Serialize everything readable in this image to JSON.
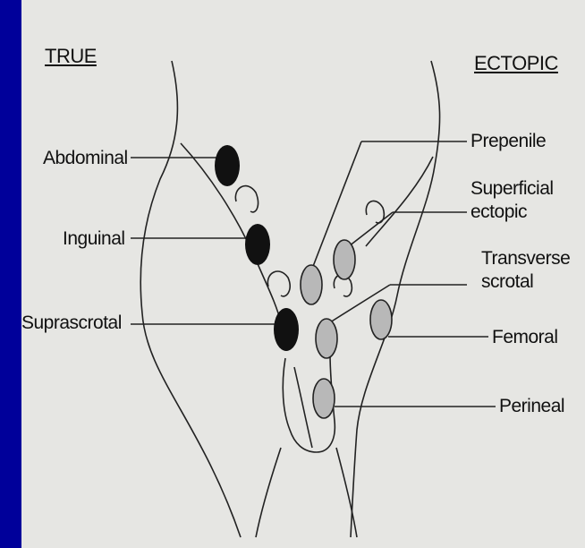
{
  "headers": {
    "true": "TRUE",
    "ectopic": "ECTOPIC"
  },
  "labels": {
    "abdominal": "Abdominal",
    "inguinal": "Inguinal",
    "suprascrotal": "Suprascrotal",
    "prepenile": "Prepenile",
    "superficial_line1": "Superficial",
    "superficial_line2": "ectopic",
    "transverse_line1": "Transverse",
    "transverse_line2": "scrotal",
    "femoral": "Femoral",
    "perineal": "Perineal"
  },
  "colors": {
    "background": "#00009a",
    "paper": "#e6e6e3",
    "true_testis": "#111111",
    "ectopic_testis": "#b8b8b8"
  }
}
